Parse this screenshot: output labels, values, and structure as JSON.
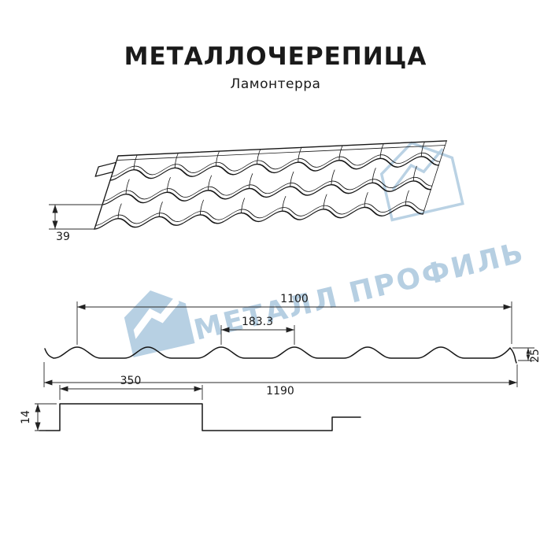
{
  "header": {
    "title": "МЕТАЛЛОЧЕРЕПИЦА",
    "subtitle": "Ламонтерра"
  },
  "watermark": {
    "brand": "МЕТАЛЛ ПРОФИЛЬ",
    "color": "#b3cde1"
  },
  "perspective_view": {
    "dim_profile_height": "39"
  },
  "cross_section": {
    "dim_working_width": "1100",
    "dim_wave_pitch": "183.3",
    "dim_full_width": "1190",
    "dim_edge_height": "25"
  },
  "step_profile": {
    "dim_module_length": "350",
    "dim_step_height": "14"
  }
}
